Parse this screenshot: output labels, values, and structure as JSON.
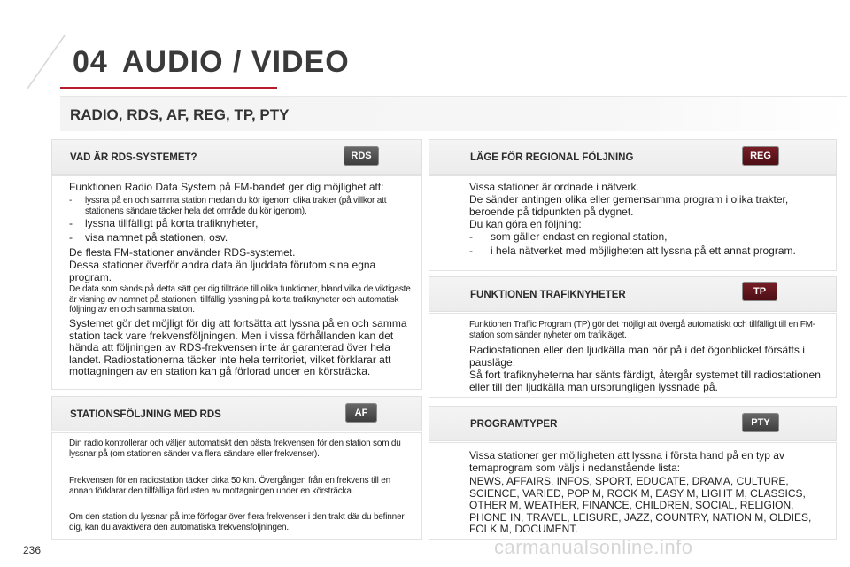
{
  "chapter": {
    "number": "04",
    "title": "AUDIO / VIDEO"
  },
  "section_title": "RADIO, RDS, AF, REG, TP, PTY",
  "left": {
    "rds": {
      "heading": "VAD ÄR RDS-SYSTEMET?",
      "badge": "RDS",
      "intro": "Funktionen Radio Data System på FM-bandet ger dig möjlighet att:",
      "bullets": [
        "lyssna på en och samma station medan du kör igenom olika trakter (på villkor att stationens sändare täcker hela det område du kör igenom),",
        "lyssna tillfälligt på korta trafiknyheter,",
        "visa namnet på stationen, osv."
      ],
      "p1": "De flesta FM-stationer använder RDS-systemet.",
      "p2": "Dessa stationer överför andra data än ljuddata förutom sina egna program.",
      "p3": "De data som sänds på detta sätt ger dig tillträde till olika funktioner, bland vilka de viktigaste är visning av namnet på stationen, tillfällig lyssning på korta trafiknyheter och automatisk följning av en och samma station.",
      "p4": "Systemet gör det möjligt för dig att fortsätta att lyssna på en och samma station tack vare frekvensföljningen. Men i vissa förhållanden kan det hända att följningen av RDS-frekvensen inte är garanterad över hela landet. Radiostationerna täcker inte hela territoriet, vilket förklarar att mottagningen av en station kan gå förlorad under en körsträcka."
    },
    "af": {
      "heading": "STATIONSFÖLJNING MED RDS",
      "badge": "AF",
      "p1": "Din radio kontrollerar och väljer automatiskt den bästa frekvensen för den station som du lyssnar på (om stationen sänder via flera sändare eller frekvenser).",
      "p2": "Frekvensen för en radiostation täcker cirka 50 km. Övergången från en frekvens till en annan förklarar den tillfälliga förlusten av mottagningen under en körsträcka.",
      "p3": "Om den station du lyssnar på inte förfogar över flera frekvenser i den trakt där du befinner dig, kan du avaktivera den automatiska frekvensföljningen."
    }
  },
  "right": {
    "reg": {
      "heading": "LÄGE FÖR REGIONAL FÖLJNING",
      "badge": "REG",
      "p1": "Vissa stationer är ordnade i nätverk.",
      "p2": "De sänder antingen olika eller gemensamma program i olika trakter, beroende på tidpunkten på dygnet.",
      "p3": "Du kan göra en följning:",
      "bullets": [
        "som gäller endast en regional station,",
        "i hela nätverket med möjligheten att lyssna på ett annat program."
      ]
    },
    "tp": {
      "heading": "FUNKTIONEN TRAFIKNYHETER",
      "badge": "TP",
      "p1": "Funktionen Traffic Program (TP) gör det möjligt att övergå automatiskt och tillfälligt till en FM-station som sänder nyheter om trafikläget.",
      "p2": "Radiostationen eller den ljudkälla man hör på i det ögonblicket försätts i pausläge.",
      "p3": "Så fort trafiknyheterna har sänts färdigt, återgår systemet till radiostationen eller till den ljudkälla man ursprungligen lyssnade på."
    },
    "pty": {
      "heading": "PROGRAMTYPER",
      "badge": "PTY",
      "p1": "Vissa stationer ger möjligheten att lyssna i första hand på en typ av temaprogram som väljs i nedanstående lista:",
      "p2": "NEWS, AFFAIRS, INFOS, SPORT, EDUCATE, DRAMA, CULTURE, SCIENCE, VARIED, POP M, ROCK M, EASY M, LIGHT M, CLASSICS, OTHER M, WEATHER, FINANCE, CHILDREN, SOCIAL, RELIGION, PHONE IN, TRAVEL, LEISURE, JAZZ, COUNTRY, NATION M, OLDIES, FOLK M, DOCUMENT."
    }
  },
  "page_number": "236",
  "watermark": "carmanualsonline.info",
  "colors": {
    "accent_red": "#b81c2b",
    "band_grey": "#f3f3f3"
  }
}
